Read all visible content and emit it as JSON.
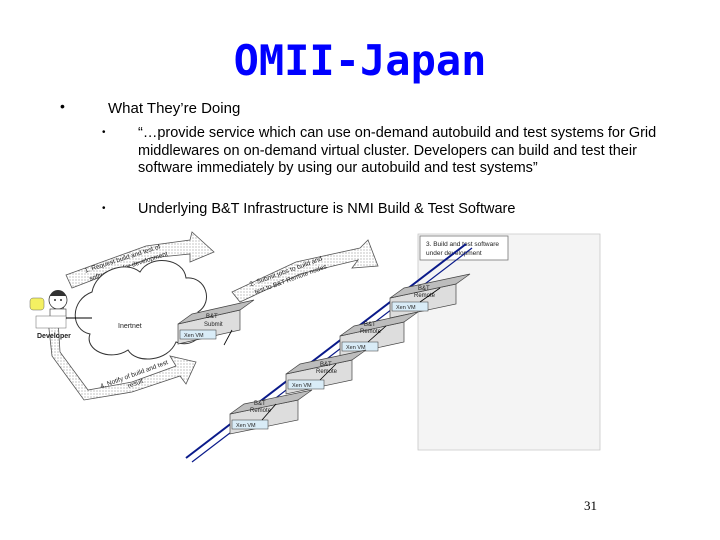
{
  "slide": {
    "title": "OMII-Japan",
    "bullet_main": "What They’re Doing",
    "sub_bullets": [
      "“…provide service which can use on-demand autobuild and test systems for Grid middlewares on on-demand virtual cluster. Developers can build and test their software immediately by using our autobuild and test systems”",
      "Underlying B&T Infrastructure is NMI Build & Test Software"
    ],
    "page_number": "31"
  },
  "diagram": {
    "step1": [
      "1. Request build and test of",
      "software under development"
    ],
    "step2": [
      "2. Submit jobs to build and",
      "test to B&T Remote nodes"
    ],
    "step3": [
      "3. Build and test software",
      "under development"
    ],
    "step4": [
      "4. Notify of build and test",
      "result"
    ],
    "developer_label": "Developer",
    "internet_label": "Inertnet",
    "submit_node": [
      "B&T",
      "Submit"
    ],
    "remote_node": [
      "B&T",
      "Remote"
    ],
    "xen_vm": "Xen VM"
  }
}
